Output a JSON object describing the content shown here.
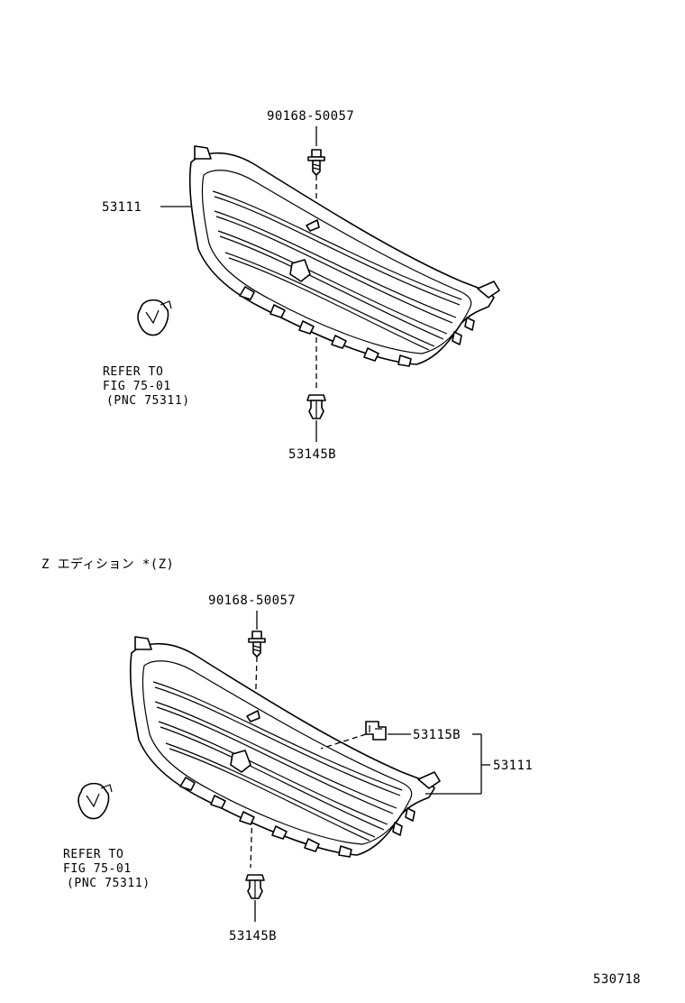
{
  "diagram": {
    "section_top": {
      "bolt_label": "90168-50057",
      "grille_label": "53111",
      "clip_label": "53145B",
      "refer_lines": [
        "REFER TO",
        "FIG 75-01",
        "(PNC 75311)"
      ]
    },
    "section_bottom": {
      "heading": "Z エディション *(Z)",
      "bolt_label": "90168-50057",
      "bracket_label": "53115B",
      "grille_label": "53111",
      "clip_label": "53145B",
      "refer_lines": [
        "REFER TO",
        "FIG 75-01",
        "(PNC 75311)"
      ]
    },
    "figure_id": "530718"
  }
}
